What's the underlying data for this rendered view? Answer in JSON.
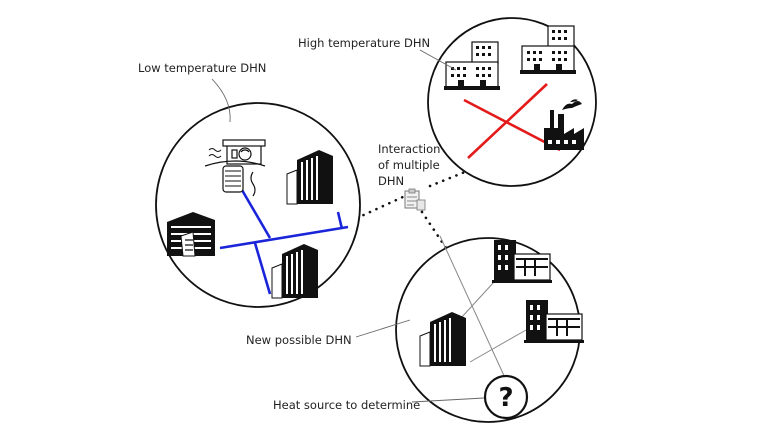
{
  "labels": {
    "low_temperature": "Low temperature DHN",
    "high_temperature": "High temperature DHN",
    "interaction_line1": "Interaction",
    "interaction_line2": "of multiple",
    "interaction_line3": "DHN",
    "new_possible": "New possible DHN",
    "heat_source": "Heat source to determine",
    "question_mark": "?"
  },
  "colors": {
    "low_temperature_pipe": "#1a24d9",
    "high_temperature_pipe": "#e31b1b"
  },
  "icons": [
    "heat-pump-icon",
    "office-tower-icon",
    "residential-building-icon",
    "apartment-block-icon",
    "factory-icon",
    "clipboard-checklist-icon",
    "question-mark-icon"
  ]
}
